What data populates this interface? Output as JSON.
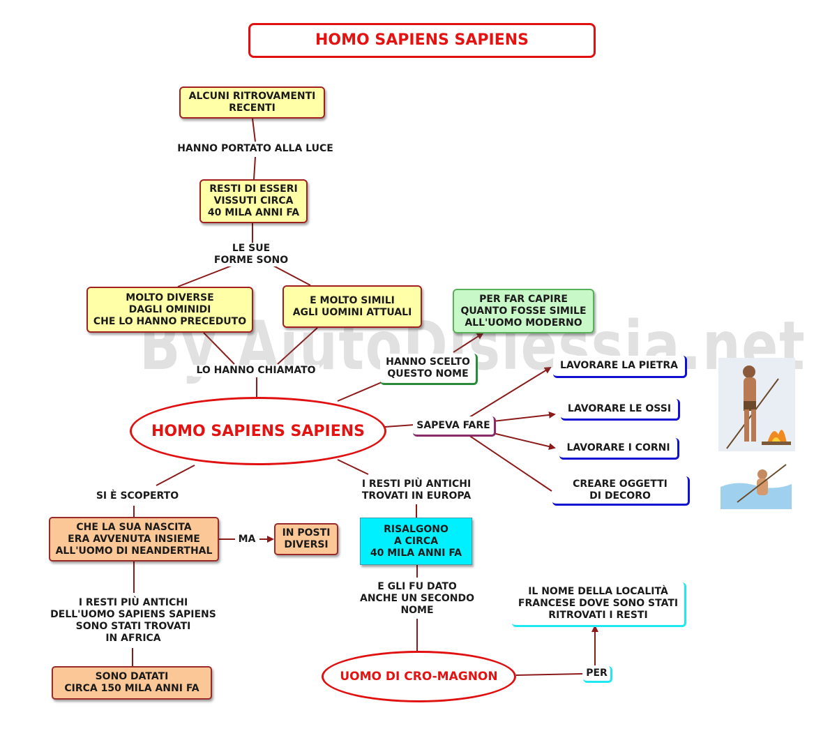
{
  "title": "HOMO SAPIENS SAPIENS",
  "watermark": "By AiutoDislessia.net",
  "center": "HOMO SAPIENS SAPIENS",
  "nodes": {
    "ritrovamenti": [
      "ALCUNI RITROVAMENTI",
      "RECENTI"
    ],
    "resti": [
      "RESTI DI ESSERI",
      "VISSUTI CIRCA",
      "40 MILA ANNI FA"
    ],
    "diverse": [
      "MOLTO DIVERSE",
      "DAGLI OMINIDI",
      "CHE LO HANNO PRECEDUTO"
    ],
    "simili": [
      "E MOLTO SIMILI",
      "AGLI UOMINI ATTUALI"
    ],
    "capire": [
      "PER FAR CAPIRE",
      "QUANTO FOSSE SIMILE",
      "ALL'UOMO MODERNO"
    ],
    "nascita": [
      "CHE LA SUA NASCITA",
      "ERA AVVENUTA INSIEME",
      "ALL'UOMO DI NEANDERTHAL"
    ],
    "posti": [
      "IN POSTI",
      "DIVERSI"
    ],
    "datati": [
      "SONO DATATI",
      "CIRCA 150 MILA ANNI FA"
    ],
    "risalgono": [
      "RISALGONO",
      "A CIRCA",
      "40 MILA ANNI FA"
    ],
    "cromagnon": "UOMO DI CRO-MAGNON",
    "localita": [
      "IL NOME DELLA LOCALITÀ",
      "FRANCESE DOVE SONO STATI",
      "RITROVATI I RESTI"
    ]
  },
  "labels": {
    "portato": "HANNO PORTATO ALLA LUCE",
    "forme": [
      "LE SUE",
      "FORME SONO"
    ],
    "chiamato": "LO HANNO CHIAMATO",
    "scelto": [
      "HANNO SCELTO",
      "QUESTO NOME"
    ],
    "sapeva": "SAPEVA FARE",
    "scoperto": "SI È SCOPERTO",
    "ma": "MA",
    "europa": [
      "I RESTI PIÙ ANTICHI",
      "TROVATI IN EUROPA"
    ],
    "africa": [
      "I RESTI PIÙ ANTICHI",
      "DELL'UOMO SAPIENS SAPIENS",
      "SONO STATI TROVATI",
      "IN AFRICA"
    ],
    "secondo": [
      "E GLI FU DATO",
      "ANCHE UN SECONDO",
      "NOME"
    ],
    "per": "PER"
  },
  "skills": [
    "LAVORARE LA PIETRA",
    "LAVORARE LE OSSI",
    "LAVORARE I CORNI",
    [
      "CREARE OGGETTI",
      "DI DECORO"
    ]
  ],
  "colors": {
    "accent_red": "#e51212",
    "connector": "#8b1a1a",
    "yellow_box": "#ffffa8",
    "orange_box": "#fcc796",
    "green_box": "#c8f7c8",
    "cyan_box": "#00f0ff"
  }
}
